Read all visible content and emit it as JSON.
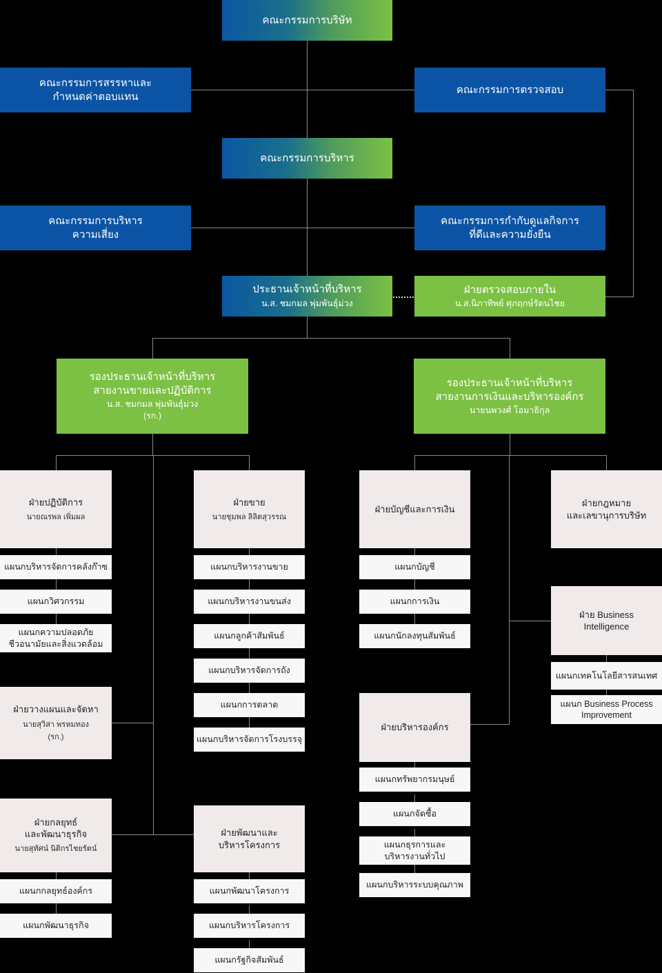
{
  "meta": {
    "colors": {
      "background": "#000000",
      "gradient_start": "#0b57a4",
      "gradient_end": "#7cc143",
      "committee_blue": "#0b54a5",
      "exec_green": "#7cc143",
      "dept_pink": "#f0eaea",
      "section_white": "#f7f7f7",
      "connector_gray": "#8a8a8a",
      "dotted_gray": "#d8d8d8"
    }
  },
  "board": {
    "title": "คณะกรรมการบริษัท"
  },
  "committees": {
    "nomination": {
      "line1": "คณะกรรมการสรรหาและ",
      "line2": "กำหนดค่าตอบแทน"
    },
    "audit": {
      "line1": "คณะกรรมการตรวจสอบ"
    },
    "executive": {
      "title": "คณะกรรมการบริหาร"
    },
    "risk": {
      "line1": "คณะกรรมการบริหาร",
      "line2": "ความเสี่ยง"
    },
    "governance": {
      "line1": "คณะกรรมการกำกับดูแลกิจการ",
      "line2": "ที่ดีและความยั่งยืน"
    }
  },
  "ceo": {
    "title": "ประธานเจ้าหน้าที่บริหาร",
    "name": "น.ส. ชมกมล พุ่มพันธุ์ม่วง"
  },
  "internal_audit": {
    "title": "ฝ่ายตรวจสอบภายใน",
    "name": "น.ส.นิภาทิพย์ ศุภฤกษ์รัตนไชย"
  },
  "vps": {
    "sales_ops": {
      "line1": "รองประธานเจ้าหน้าที่บริหาร",
      "line2": "สายงานขายและปฏิบัติการ",
      "name": "น.ส. ชมกมล พุ่มพันธุ์ม่วง",
      "acting": "(รก.)"
    },
    "finance_corp": {
      "line1": "รองประธานเจ้าหน้าที่บริหาร",
      "line2": "สายงานการเงินและบริหารองค์กร",
      "name": "นายนพวงศ์ โอมาธิกุล"
    }
  },
  "columns": [
    {
      "key": "col1",
      "groups": [
        {
          "dept": {
            "line1": "ฝ่ายปฏิบัติการ",
            "line2": "",
            "name": "นายณรพล เพิ่มผล",
            "acting": ""
          },
          "sections": [
            {
              "line1": "แผนกบริหารจัดการคลังก๊าซ",
              "line2": ""
            },
            {
              "line1": "แผนกวิศวกรรม",
              "line2": ""
            },
            {
              "line1": "แผนกความปลอดภัย",
              "line2": "ชีวอนามัยและสิ่งแวดล้อม"
            }
          ]
        },
        {
          "dept": {
            "line1": "ฝ่ายวางแผนและจัดหา",
            "line2": "",
            "name": "นายสุวิสา พรหมทอง",
            "acting": "(รก.)"
          },
          "sections": []
        },
        {
          "dept": {
            "line1": "ฝ่ายกลยุทธ์",
            "line2": "และพัฒนาธุรกิจ",
            "name": "นายสุทัศน์ นิติกรไชยรัตน์",
            "acting": ""
          },
          "sections": [
            {
              "line1": "แผนกกลยุทธ์องค์กร",
              "line2": ""
            },
            {
              "line1": "แผนกพัฒนาธุรกิจ",
              "line2": ""
            }
          ]
        }
      ]
    },
    {
      "key": "col2",
      "groups": [
        {
          "dept": {
            "line1": "ฝ่ายขาย",
            "line2": "",
            "name": "นายชุมพล ลิลิตสุวรรณ",
            "acting": ""
          },
          "sections": [
            {
              "line1": "แผนกบริหารงานขาย",
              "line2": ""
            },
            {
              "line1": "แผนกบริหารงานขนส่ง",
              "line2": ""
            },
            {
              "line1": "แผนกลูกค้าสัมพันธ์",
              "line2": ""
            },
            {
              "line1": "แผนกบริหารจัดการถัง",
              "line2": ""
            },
            {
              "line1": "แผนกการตลาด",
              "line2": ""
            },
            {
              "line1": "แผนกบริหารจัดการโรงบรรจุ",
              "line2": ""
            }
          ]
        },
        {
          "dept": {
            "line1": "ฝ่ายพัฒนาและ",
            "line2": "บริหารโครงการ",
            "name": "",
            "acting": ""
          },
          "sections": [
            {
              "line1": "แผนกพัฒนาโครงการ",
              "line2": ""
            },
            {
              "line1": "แผนกบริหารโครงการ",
              "line2": ""
            },
            {
              "line1": "แผนกรัฐกิจสัมพันธ์",
              "line2": ""
            }
          ]
        }
      ]
    },
    {
      "key": "col3",
      "groups": [
        {
          "dept": {
            "line1": "ฝ่ายบัญชีและการเงิน",
            "line2": "",
            "name": "",
            "acting": ""
          },
          "sections": [
            {
              "line1": "แผนกบัญชี",
              "line2": ""
            },
            {
              "line1": "แผนกการเงิน",
              "line2": ""
            },
            {
              "line1": "แผนกนักลงทุนสัมพันธ์",
              "line2": ""
            }
          ]
        },
        {
          "dept": {
            "line1": "ฝ่ายบริหารองค์กร",
            "line2": "",
            "name": "",
            "acting": ""
          },
          "sections": [
            {
              "line1": "แผนกทรัพยากรมนุษย์",
              "line2": ""
            },
            {
              "line1": "แผนกจัดซื้อ",
              "line2": ""
            },
            {
              "line1": "แผนกธุรการและ",
              "line2": "บริหารงานทั่วไป"
            },
            {
              "line1": "แผนกบริหารระบบคุณภาพ",
              "line2": ""
            }
          ]
        }
      ]
    },
    {
      "key": "col4",
      "groups": [
        {
          "dept": {
            "line1": "ฝ่ายกฎหมาย",
            "line2": "และเลขานุการบริษัท",
            "name": "",
            "acting": ""
          },
          "sections": []
        },
        {
          "dept": {
            "line1": "ฝ่าย Business",
            "line2": "Intelligence",
            "name": "",
            "acting": ""
          },
          "sections": [
            {
              "line1": "แผนกเทคโนโลยีสารสนเทศ",
              "line2": ""
            },
            {
              "line1": "แผนก Business Process",
              "line2": "Improvement"
            }
          ]
        }
      ]
    }
  ]
}
